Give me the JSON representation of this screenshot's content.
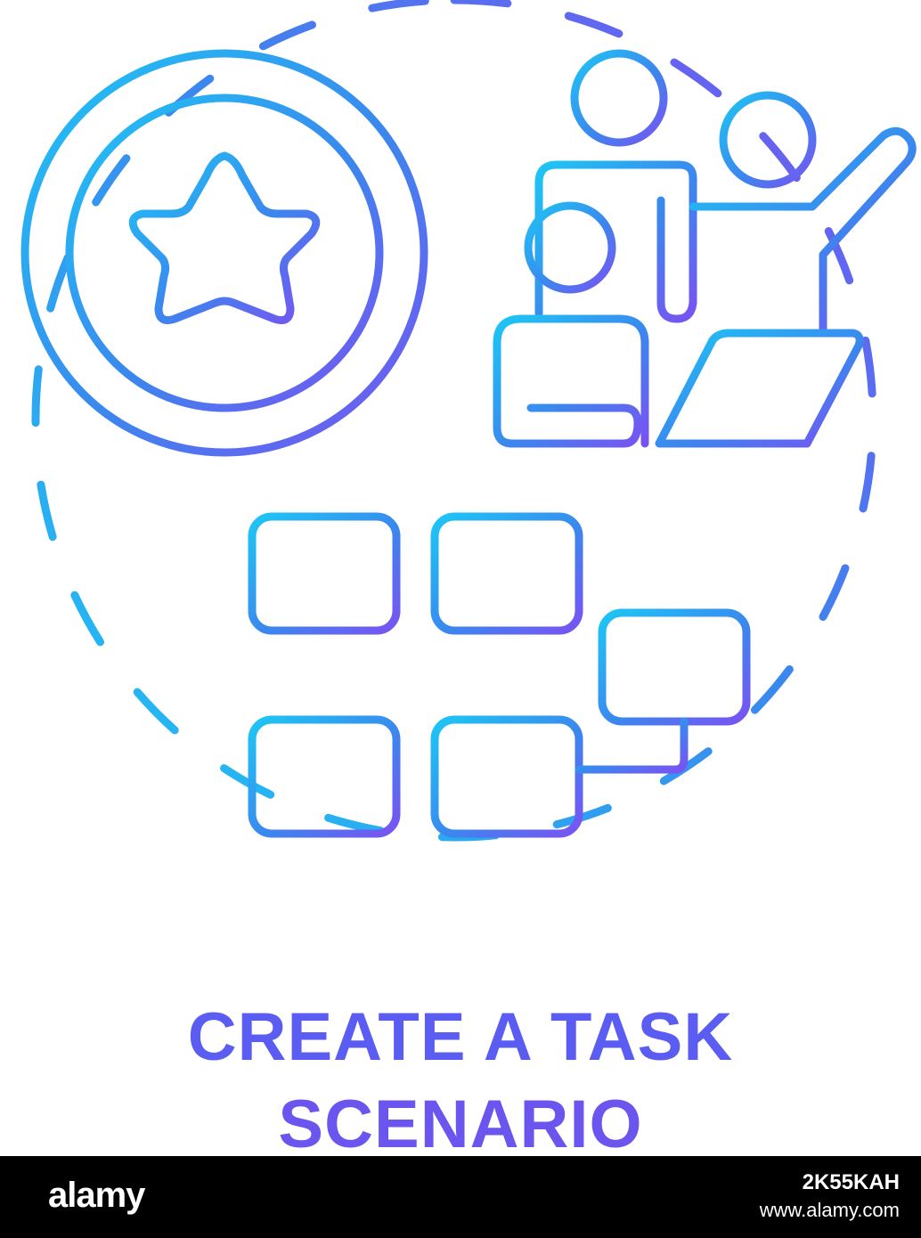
{
  "caption": {
    "line1": "CREATE A TASK",
    "line2": "SCENARIO"
  },
  "colors": {
    "gradient_start": "#1ec6f4",
    "gradient_end": "#7a52f2",
    "text": "#5b5df2",
    "footer_bg": "#000000"
  },
  "icons": [
    "target-icon",
    "star-icon",
    "team-icon",
    "laptop-icon",
    "flowchart-icon"
  ],
  "footer": {
    "logo": "alamy",
    "image_id": "2K55KAH",
    "site": "www.alamy.com"
  }
}
